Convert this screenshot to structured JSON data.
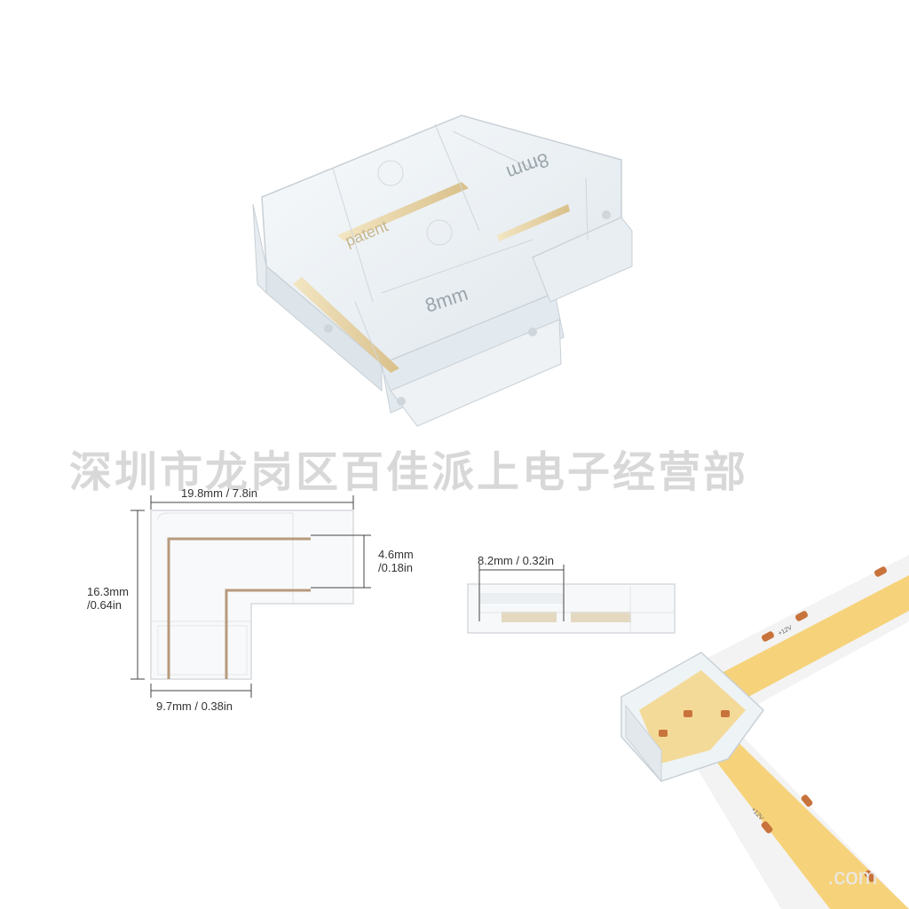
{
  "watermark": "深圳市龙岗区百佳派上电子经营部",
  "product_markings": {
    "top_logo": "patent",
    "size_mark_top": "8mm",
    "size_mark_front": "8mm"
  },
  "dimensions": {
    "width": "19.8mm / 7.8in",
    "height_line1": "16.3mm",
    "height_line2": "/0.64in",
    "slot_line1": "4.6mm",
    "slot_line2": "/0.18in",
    "arm_width": "9.7mm / 0.38in",
    "side_width": "8.2mm / 0.32in"
  },
  "strip_labels": {
    "voltage_top": "+12V",
    "voltage_bottom": "+12V"
  },
  "site_tail": ".com",
  "colors": {
    "strip_yellow": "#f6d27a",
    "copper_pad": "#c9733c",
    "clear_plastic": "#eef3f6",
    "dim_line": "#444444"
  }
}
